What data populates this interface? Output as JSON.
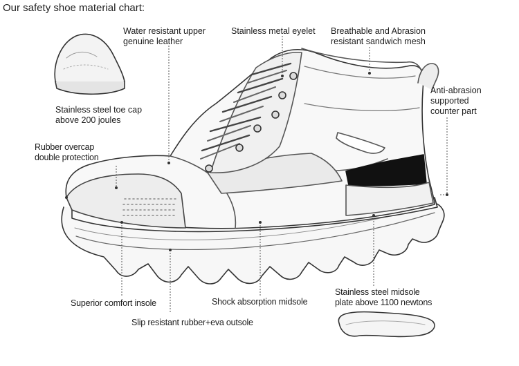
{
  "title": "Our safety shoe material chart:",
  "labels": {
    "upper_line1": "Water resistant upper",
    "upper_line2": "genuine leather",
    "eyelet": "Stainless metal eyelet",
    "mesh_line1": "Breathable and Abrasion",
    "mesh_line2": "resistant sandwich mesh",
    "counter_line1": "Anti-abrasion",
    "counter_line2": "supported",
    "counter_line3": "counter part",
    "toecap_line1": "Stainless steel toe cap",
    "toecap_line2": "above 200 joules",
    "overcap_line1": "Rubber overcap",
    "overcap_line2": "double protection",
    "insole": "Superior comfort insole",
    "midsole": "Shock absorption midsole",
    "outsole": "Slip resistant rubber+eva outsole",
    "plate_line1": "Stainless steel midsole",
    "plate_line2": "plate above 1100 newtons"
  }
}
